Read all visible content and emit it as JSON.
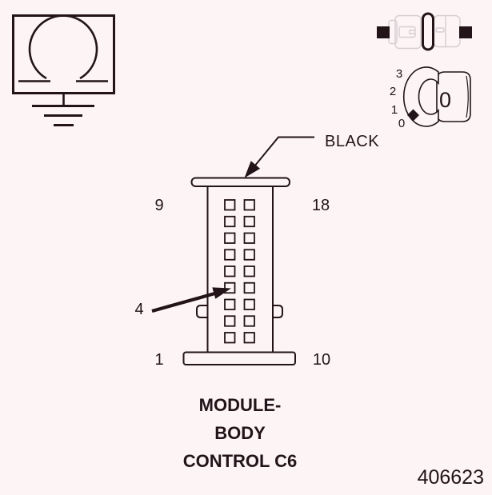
{
  "figure": {
    "id": "406623"
  },
  "palette": {
    "background": "#fdf4f6",
    "ink": "#221418",
    "light_outline": "#d6ced1"
  },
  "callouts": {
    "connector_color": "BLACK",
    "pin": "4"
  },
  "connector": {
    "pin_grid": {
      "rows": 9,
      "cols": 2
    },
    "labels": {
      "top_left": "9",
      "top_right": "18",
      "bottom_left": "1",
      "bottom_right": "10"
    },
    "name_lines": [
      "MODULE-",
      "BODY",
      "CONTROL C6"
    ]
  },
  "icons": {
    "ground": "ground-symbol-icon",
    "disconnect": "harness-connector-disconnected-icon",
    "ignition": {
      "name": "ignition-switch-position-icon",
      "positions": [
        "3",
        "2",
        "1",
        "0"
      ],
      "selected": "0"
    }
  }
}
